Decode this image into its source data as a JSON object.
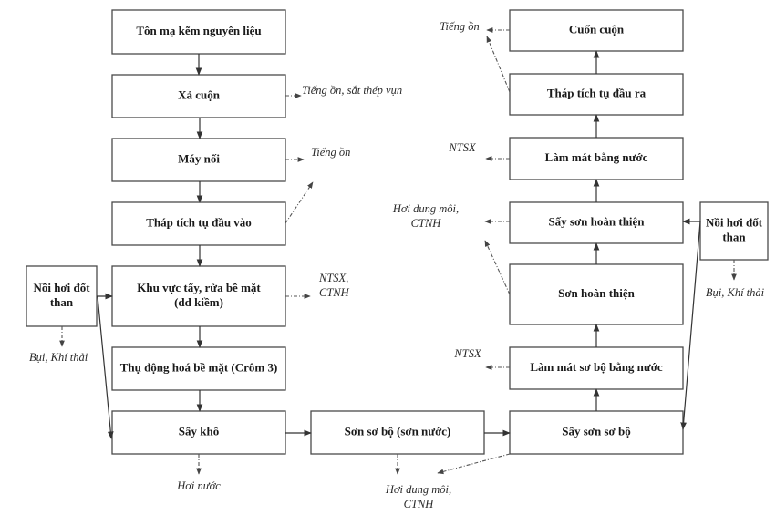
{
  "diagram": {
    "type": "process-flowchart",
    "colors": {
      "box_border": "#4a4a4a",
      "line": "#333333",
      "text": "#1a1a1a"
    },
    "steps": {
      "ton_ma_kem": {
        "label": [
          "Tôn mạ kẽm nguyên liệu"
        ]
      },
      "xa_cuon": {
        "label": [
          "Xả cuộn"
        ]
      },
      "may_noi": {
        "label": [
          "Máy nối"
        ]
      },
      "thap_tich_tu_dau_vao": {
        "label": [
          "Tháp tích tụ đầu vào"
        ]
      },
      "khu_vuc_tay_rua": {
        "label": [
          "Khu vực tẩy, rửa bề mặt",
          "(dd kiềm)"
        ]
      },
      "thu_dong_hoa": {
        "label": [
          "Thụ động hoá bề mặt (Crôm 3)"
        ]
      },
      "say_kho": {
        "label": [
          "Sấy khô"
        ]
      },
      "son_so_bo": {
        "label": [
          "Sơn sơ bộ (sơn nước)"
        ]
      },
      "say_son_so_bo": {
        "label": [
          "Sấy sơn sơ bộ"
        ]
      },
      "lam_mat_so_bo": {
        "label": [
          "Làm mát sơ bộ bằng nước"
        ]
      },
      "son_hoan_thien": {
        "label": [
          "Sơn hoàn thiện"
        ]
      },
      "say_son_hoan_thien": {
        "label": [
          "Sấy sơn hoàn thiện"
        ]
      },
      "lam_mat_bang_nuoc": {
        "label": [
          "Làm mát bằng nước"
        ]
      },
      "thap_tich_tu_dau_ra": {
        "label": [
          "Tháp tích tụ đầu ra"
        ]
      },
      "cuon_cuon": {
        "label": [
          "Cuốn cuộn"
        ]
      },
      "noi_hoi_left": {
        "label": [
          "Nồi hơi đốt",
          "than"
        ]
      },
      "noi_hoi_right": {
        "label": [
          "Nồi hơi đốt",
          "than"
        ]
      }
    },
    "outputs": {
      "xa_cuon_out": {
        "label": [
          "Tiếng ồn, sắt thép vụn"
        ]
      },
      "may_noi_out": {
        "label": [
          "Tiếng ồn"
        ]
      },
      "tay_rua_out": {
        "label": [
          "NTSX,",
          "CTNH"
        ]
      },
      "noi_hoi_left_out": {
        "label": [
          "Bụi, Khí thải"
        ]
      },
      "say_kho_out": {
        "label": [
          "Hơi nước"
        ]
      },
      "son_so_bo_out": {
        "label": [
          "Hơi dung môi,",
          "CTNH"
        ]
      },
      "lam_mat_so_bo_out": {
        "label": [
          "NTSX"
        ]
      },
      "say_son_hoan_thien_out": {
        "label": [
          "Hơi dung môi,",
          "CTNH"
        ]
      },
      "lam_mat_out": {
        "label": [
          "NTSX"
        ]
      },
      "cuon_cuon_out": {
        "label": [
          "Tiếng ồn"
        ]
      },
      "noi_hoi_right_out": {
        "label": [
          "Bụi, Khí thải"
        ]
      }
    },
    "flows": [
      {
        "from": "ton_ma_kem",
        "to": "xa_cuon"
      },
      {
        "from": "xa_cuon",
        "to": "may_noi"
      },
      {
        "from": "may_noi",
        "to": "thap_tich_tu_dau_vao"
      },
      {
        "from": "thap_tich_tu_dau_vao",
        "to": "khu_vuc_tay_rua"
      },
      {
        "from": "khu_vuc_tay_rua",
        "to": "thu_dong_hoa"
      },
      {
        "from": "thu_dong_hoa",
        "to": "say_kho"
      },
      {
        "from": "noi_hoi_left",
        "to": "khu_vuc_tay_rua"
      },
      {
        "from": "noi_hoi_left",
        "to": "say_kho"
      },
      {
        "from": "say_kho",
        "to": "son_so_bo"
      },
      {
        "from": "son_so_bo",
        "to": "say_son_so_bo"
      },
      {
        "from": "say_son_so_bo",
        "to": "lam_mat_so_bo"
      },
      {
        "from": "lam_mat_so_bo",
        "to": "son_hoan_thien"
      },
      {
        "from": "son_hoan_thien",
        "to": "say_son_hoan_thien"
      },
      {
        "from": "say_son_hoan_thien",
        "to": "lam_mat_bang_nuoc"
      },
      {
        "from": "lam_mat_bang_nuoc",
        "to": "thap_tich_tu_dau_ra"
      },
      {
        "from": "thap_tich_tu_dau_ra",
        "to": "cuon_cuon"
      },
      {
        "from": "noi_hoi_right",
        "to": "say_son_hoan_thien"
      },
      {
        "from": "noi_hoi_right",
        "to": "say_son_so_bo"
      }
    ],
    "emissions": [
      {
        "from": "xa_cuon",
        "to": "xa_cuon_out"
      },
      {
        "from": "may_noi",
        "to": "may_noi_out"
      },
      {
        "from": "thap_tich_tu_dau_vao",
        "to": "may_noi_out"
      },
      {
        "from": "khu_vuc_tay_rua",
        "to": "tay_rua_out"
      },
      {
        "from": "noi_hoi_left",
        "to": "noi_hoi_left_out"
      },
      {
        "from": "say_kho",
        "to": "say_kho_out"
      },
      {
        "from": "son_so_bo",
        "to": "son_so_bo_out"
      },
      {
        "from": "say_son_so_bo",
        "to": "son_so_bo_out"
      },
      {
        "from": "lam_mat_so_bo",
        "to": "lam_mat_so_bo_out"
      },
      {
        "from": "say_son_hoan_thien",
        "to": "say_son_hoan_thien_out"
      },
      {
        "from": "son_hoan_thien",
        "to": "say_son_hoan_thien_out"
      },
      {
        "from": "lam_mat_bang_nuoc",
        "to": "lam_mat_out"
      },
      {
        "from": "cuon_cuon",
        "to": "cuon_cuon_out"
      },
      {
        "from": "thap_tich_tu_dau_ra",
        "to": "cuon_cuon_out"
      },
      {
        "from": "noi_hoi_right",
        "to": "noi_hoi_right_out"
      }
    ]
  }
}
